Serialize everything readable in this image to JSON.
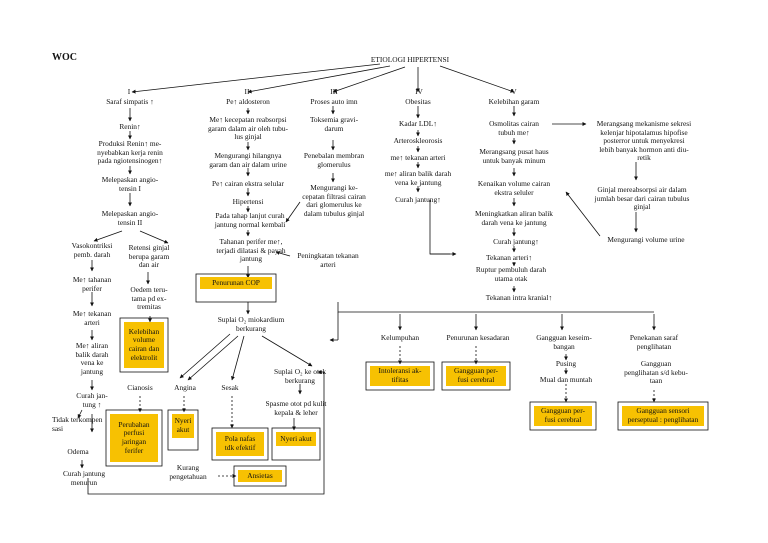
{
  "title": "WOC",
  "root": "ETIOLOGI HIPERTENSI",
  "roman": [
    "I",
    "II",
    "III",
    "IV",
    "V"
  ],
  "col1": {
    "n1": "Saraf simpatis ↑",
    "n2": "Renin↑",
    "n3": "Produksi Renin↑ me-\nnyebabkan kerja renin\npada ngiotensinogen↑",
    "n4": "Melepaskan angio-\ntensin I",
    "n5": "Melepaskan angio-\ntensin II",
    "n6": "Vasokontriksi\npemb. darah",
    "n7": "Retensi ginjal\nberupa garam\ndan air",
    "n8": "Me↑ tahanan\nperifer",
    "n9": "Oedem teru-\ntama pd ex-\ntremitas",
    "n10": "Me↑ tekanan\narteri",
    "n11": "Me↑ aliran\nbalik darah\nvena ke\njantung",
    "n12": "Curah jan-\ntung ↑",
    "n13": "Tidak terkompen\nsasi",
    "n14": "Odema",
    "n15": "Curah jantung\nmenurun",
    "dx1": "Kelebihan\nvolume\ncairan dan\nelektrolit"
  },
  "col2": {
    "n1": "Pe↑ aldosteron",
    "n2": "Me↑ kecepatan reabsorpsi\ngaram dalam air oleh tubu-\nlus ginjal",
    "n3": "Mengurangi hilangnya\ngaram dan air dalam urine",
    "n4": "Pe↑ cairan ekstra selular",
    "n5": "Hipertensi",
    "n6": "Pada tahap lanjut curah\njantung normal kembali",
    "n7": "Tahanan perifer me↑,\nterjadi dilatasi & payah\njantung",
    "n8": "Peningkatan tekanan\narteri",
    "dx1": "Penurunan COP",
    "n9": "Suplai O₂ miokardium\nberkurang"
  },
  "col3": {
    "n1": "Proses auto imn",
    "n2": "Toksemia gravi-\ndarum",
    "n3": "Penebalan membran\nglomerulus",
    "n4": "Mengurangi ke-\ncepatan filtrasi cairan\ndari glomerulus ke\ndalam tubulus ginjal"
  },
  "col4": {
    "n1": "Obesitas",
    "n2": "Kadar LDL↑",
    "n3": "Arteroskleorosis",
    "n4": "me↑ tekanan arteri",
    "n5": "me↑ aliran balik darah\nvena ke jantung",
    "n6": "Curah jantung↑"
  },
  "col5": {
    "n1": "Kelebihan garam",
    "n2": "Osmolitas cairan\ntubuh me↑",
    "n3": "Merangsang pusat haus\nuntuk banyak minum",
    "n4": "Kenaikan volume cairan\nekstra seluler",
    "n5": "Meningkatkan aliran balik\ndarah vena ke jantung",
    "n6": "Curah jantung↑",
    "n7": "Tekanan arteri↑",
    "n8": "Ruptur pembuluh darah\nutama otak",
    "n9": "Tekanan intra kranial↑",
    "r1": "Merangsang mekanisme sekresi\nkelenjar hipotalamus hipofise\nposterror untuk menyekresi\nlebih banyak hormon anti diu-\nretik",
    "r2": "Ginjal mereabsorpsi air dalam\njumlah besar dari cairan tubulus\nginjal",
    "r3": "Mengurangi volume urine"
  },
  "lower": {
    "cianosis": "Cianosis",
    "angina": "Angina",
    "sesak": "Sesak",
    "suplai_otak": "Suplai O₂ ke otak\nberkurang",
    "spasme": "Spasme otot pd kulit\nkepala & leher",
    "kurang": "Kurang\npengetahuan",
    "dx_perfusi": "Perubahan\nperfusi\njaringan\nferifer",
    "dx_nyeri1": "Nyeri\nakut",
    "dx_pola": "Pola nafas\ntdk efektif",
    "dx_nyeri2": "Nyeri akut",
    "dx_ansietas": "Ansietas"
  },
  "right_lower": {
    "kelumpuhan": "Kelumpuhan",
    "kesadaran": "Penurunan kesadaran",
    "keseimbangan": "Gangguan keseim-\nbangan",
    "saraf": "Penekanan saraf\npenglihatan",
    "pusing": "Pusing",
    "mual": "Mual dan muntah",
    "gpenglihatan": "Gangguan\npenglihatan s/d kebu-\ntaan",
    "dx_intoleransi": "Intoleransi ak-\ntifitas",
    "dx_perfusi_cer1": "Gangguan per-\nfusi cerebral",
    "dx_perfusi_cer2": "Gangguan per-\nfusi cerebral",
    "dx_sensori": "Gangguan sensori\nperseptual : penglihatan"
  }
}
